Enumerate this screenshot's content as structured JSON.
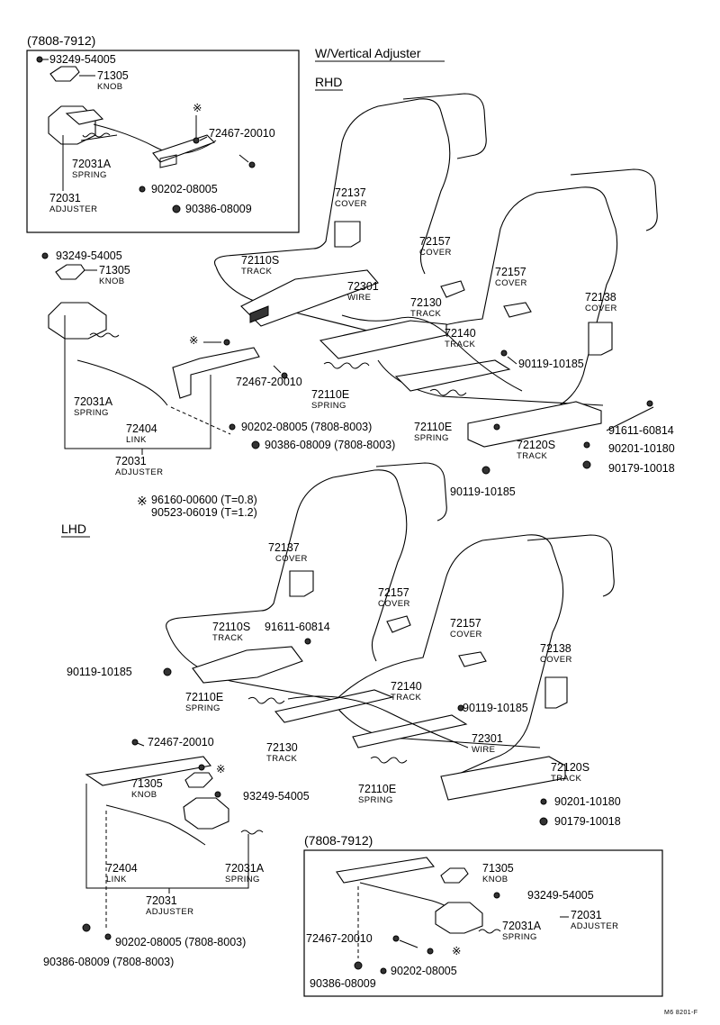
{
  "headings": {
    "variant": "W/Vertical Adjuster",
    "rhd": "RHD",
    "lhd": "LHD",
    "range_top": "(7808-7912)",
    "range_bottom": "(7808-7912)",
    "footer_code": "M6 8201-F"
  },
  "note": {
    "symbol": "※",
    "line1": "96160-00600 (T=0.8)",
    "line2": "90523-06019 (T=1.2)"
  },
  "inset_top": {
    "p1": "93249-54005",
    "p2": "71305",
    "p2n": "KNOB",
    "p3": "72467-20010",
    "p4": "72031A",
    "p4n": "SPRING",
    "p5": "72031",
    "p5n": "ADJUSTER",
    "p6": "90202-08005",
    "p7": "90386-08009"
  },
  "rhd": {
    "p1": "93249-54005",
    "p2": "71305",
    "p2n": "KNOB",
    "p3": "72031A",
    "p3n": "SPRING",
    "p4": "72404",
    "p4n": "LINK",
    "p5": "72031",
    "p5n": "ADJUSTER",
    "p6": "72467-20010",
    "p7": "90202-08005 (7808-8003)",
    "p8": "90386-08009 (7808-8003)",
    "p9": "72137",
    "p9n": "COVER",
    "p10": "72110S",
    "p10n": "TRACK",
    "p11": "72301",
    "p11n": "WIRE",
    "p12": "72157",
    "p12n": "COVER",
    "p13": "72130",
    "p13n": "TRACK",
    "p14": "72157",
    "p14n": "COVER",
    "p15": "72138",
    "p15n": "COVER",
    "p16": "72140",
    "p16n": "TRACK",
    "p17": "90119-10185",
    "p18": "72110E",
    "p18n": "SPRING",
    "p19": "72110E",
    "p19n": "SPRING",
    "p20": "91611-60814",
    "p21": "72120S",
    "p21n": "TRACK",
    "p22": "90201-10180",
    "p23": "90179-10018",
    "p24": "90119-10185"
  },
  "lhd": {
    "p1": "72137",
    "p1n": "COVER",
    "p2": "72157",
    "p2n": "COVER",
    "p3": "72110S",
    "p3n": "TRACK",
    "p4": "91611-60814",
    "p5": "90119-10185",
    "p6": "72157",
    "p6n": "COVER",
    "p7": "72138",
    "p7n": "COVER",
    "p8": "72110E",
    "p8n": "SPRING",
    "p9": "72140",
    "p9n": "TRACK",
    "p10": "90119-10185",
    "p11": "72467-20010",
    "p12": "72130",
    "p12n": "TRACK",
    "p13": "72301",
    "p13n": "WIRE",
    "p14": "71305",
    "p14n": "KNOB",
    "p15": "93249-54005",
    "p16": "72110E",
    "p16n": "SPRING",
    "p17": "72120S",
    "p17n": "TRACK",
    "p18": "72404",
    "p18n": "LINK",
    "p19": "72031A",
    "p19n": "SPRING",
    "p20": "90201-10180",
    "p21": "72031",
    "p21n": "ADJUSTER",
    "p22": "90179-10018",
    "p23": "90202-08005 (7808-8003)",
    "p24": "90386-08009 (7808-8003)"
  },
  "inset_bottom": {
    "p1": "71305",
    "p1n": "KNOB",
    "p2": "93249-54005",
    "p3": "72031",
    "p3n": "ADJUSTER",
    "p4": "72467-20010",
    "p5": "72031A",
    "p5n": "SPRING",
    "p6": "90386-08009",
    "p7": "90202-08005"
  }
}
